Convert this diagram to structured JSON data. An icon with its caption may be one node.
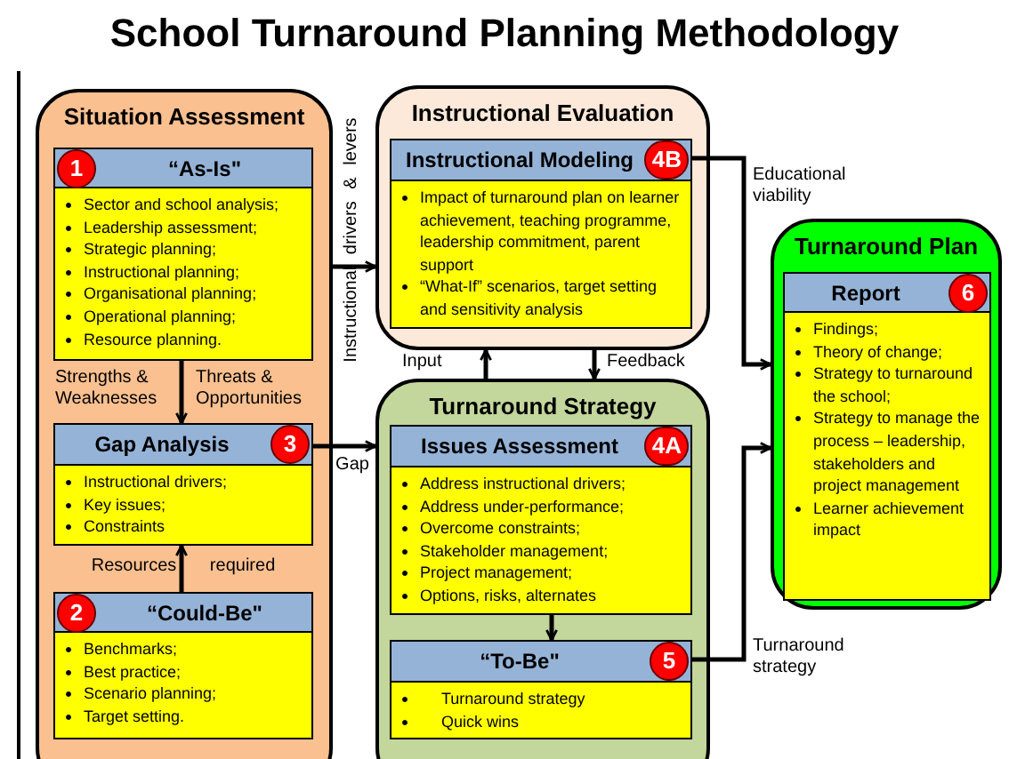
{
  "diagram": {
    "title": "School Turnaround Planning Methodology",
    "nodes": [
      {
        "text": [
          "Situation Assessment"
        ]
      },
      {
        "text": [
          "“As-Is\"",
          "1",
          "Sector and school analysis;",
          "Leadership assessment;",
          "Strategic planning;",
          "Instructional planning;",
          "Organisational planning;",
          "Operational planning;",
          "Resource planning."
        ],
        "in": 0
      },
      {
        "text": [
          "Gap Analysis",
          "3",
          "Instructional drivers;",
          "Key issues;",
          "Constraints"
        ],
        "in": 0
      },
      {
        "text": [
          "“Could-Be\"",
          "2",
          "Benchmarks;",
          "Best practice;",
          "Scenario planning;",
          "Target setting."
        ],
        "in": 0
      },
      {
        "text": [
          "Instructional Evaluation"
        ]
      },
      {
        "text": [
          "Instructional Modeling",
          "4B",
          "Impact of turnaround plan on learner achievement, teaching programme, leadership commitment, parent support",
          "“What-If” scenarios, target setting and sensitivity analysis"
        ],
        "in": 4
      },
      {
        "text": [
          "Turnaround Strategy"
        ]
      },
      {
        "text": [
          "Issues Assessment",
          "4A",
          "Address instructional drivers;",
          "Address under-performance;",
          "Overcome constraints;",
          "Stakeholder management;",
          "Project management;",
          "Options, risks, alternates"
        ],
        "in": 6
      },
      {
        "text": [
          "“To-Be\"",
          "5",
          "Turnaround strategy",
          "Quick wins"
        ],
        "in": 6
      },
      {
        "text": [
          "Turnaround Plan"
        ]
      },
      {
        "text": [
          "Report",
          "6",
          "Findings;",
          "Theory of change;",
          "Strategy to turnaround the school;",
          "Strategy to manage the process – leadership, stakeholders and project management",
          "Learner achievement impact"
        ],
        "in": 9
      }
    ],
    "edges": [
      {
        "from": 1,
        "to": 2,
        "arrow": "to",
        "label": "Strengths & Weaknesses"
      },
      {
        "from": 3,
        "to": 2,
        "arrow": "to",
        "label": "Resources required"
      },
      {
        "from": 0,
        "to": 4,
        "arrow": "to",
        "label": "Instructional drivers & levers"
      },
      {
        "from": 2,
        "to": 6,
        "arrow": "to",
        "label": "Gap"
      },
      {
        "from": 6,
        "to": 4,
        "arrow": "to",
        "label": "Input"
      },
      {
        "from": 4,
        "to": 6,
        "arrow": "to",
        "label": "Feedback"
      },
      {
        "from": 7,
        "to": 8,
        "arrow": "to"
      },
      {
        "from": 5,
        "to": 9,
        "arrow": "to",
        "label": "Educational viability"
      },
      {
        "from": 8,
        "to": 9,
        "arrow": "to",
        "label": "Turnaround strategy"
      }
    ],
    "labels": [
      "Threats & Opportunities"
    ]
  }
}
